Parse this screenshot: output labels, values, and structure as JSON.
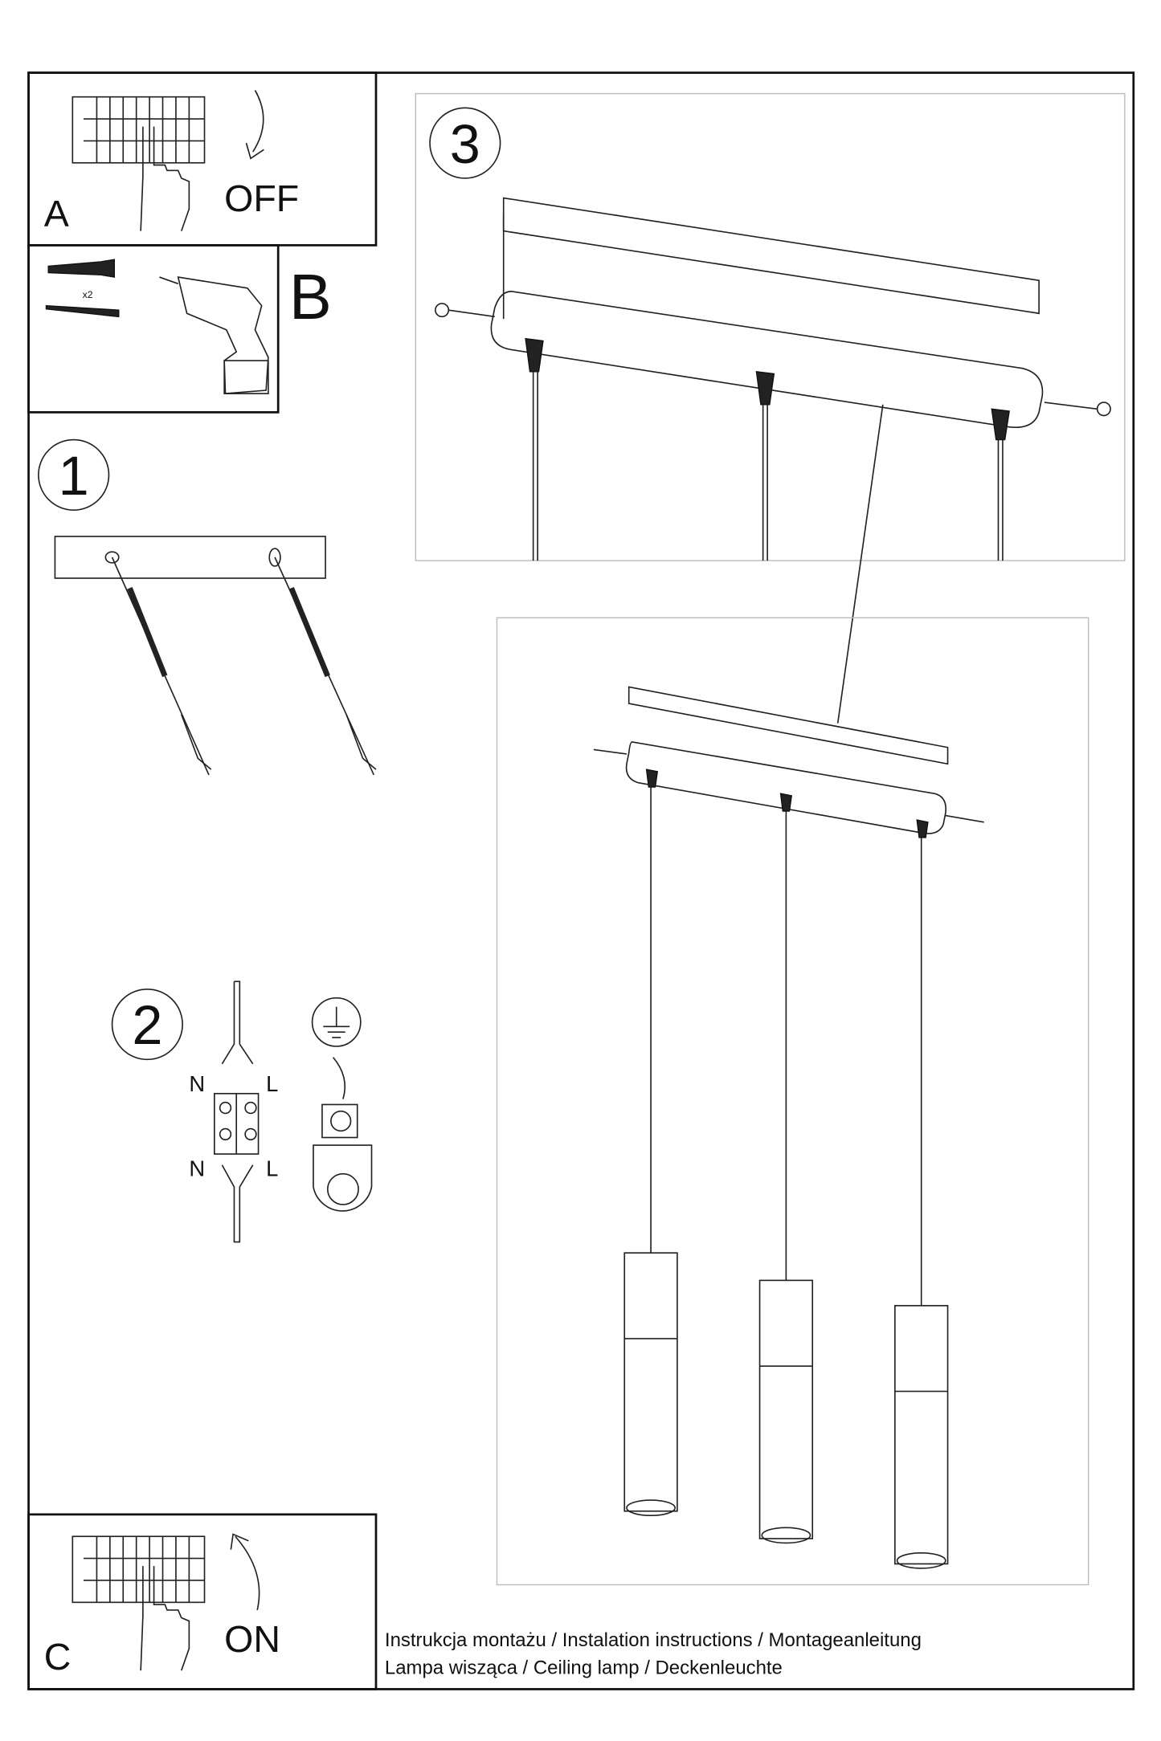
{
  "panels": {
    "a": {
      "label": "A",
      "action": "OFF"
    },
    "b": {
      "label": "B",
      "quantity": "x2"
    },
    "step1": {
      "number": "1"
    },
    "step2": {
      "number": "2",
      "wire_labels": {
        "n_top": "N",
        "l_top": "L",
        "n_bottom": "N",
        "l_bottom": "L"
      }
    },
    "step3": {
      "number": "3"
    },
    "c": {
      "label": "C",
      "action": "ON"
    }
  },
  "footer": {
    "line1": "Instrukcja montażu / Instalation instructions / Montageanleitung",
    "line2": "Lampa wisząca / Ceiling lamp / Deckenleuchte"
  },
  "icons": [
    "fuse-box-icon",
    "hand-icon",
    "arrow-icon",
    "wall-plug-icon",
    "screw-icon",
    "drill-icon",
    "ground-symbol-icon",
    "terminal-block-icon"
  ]
}
